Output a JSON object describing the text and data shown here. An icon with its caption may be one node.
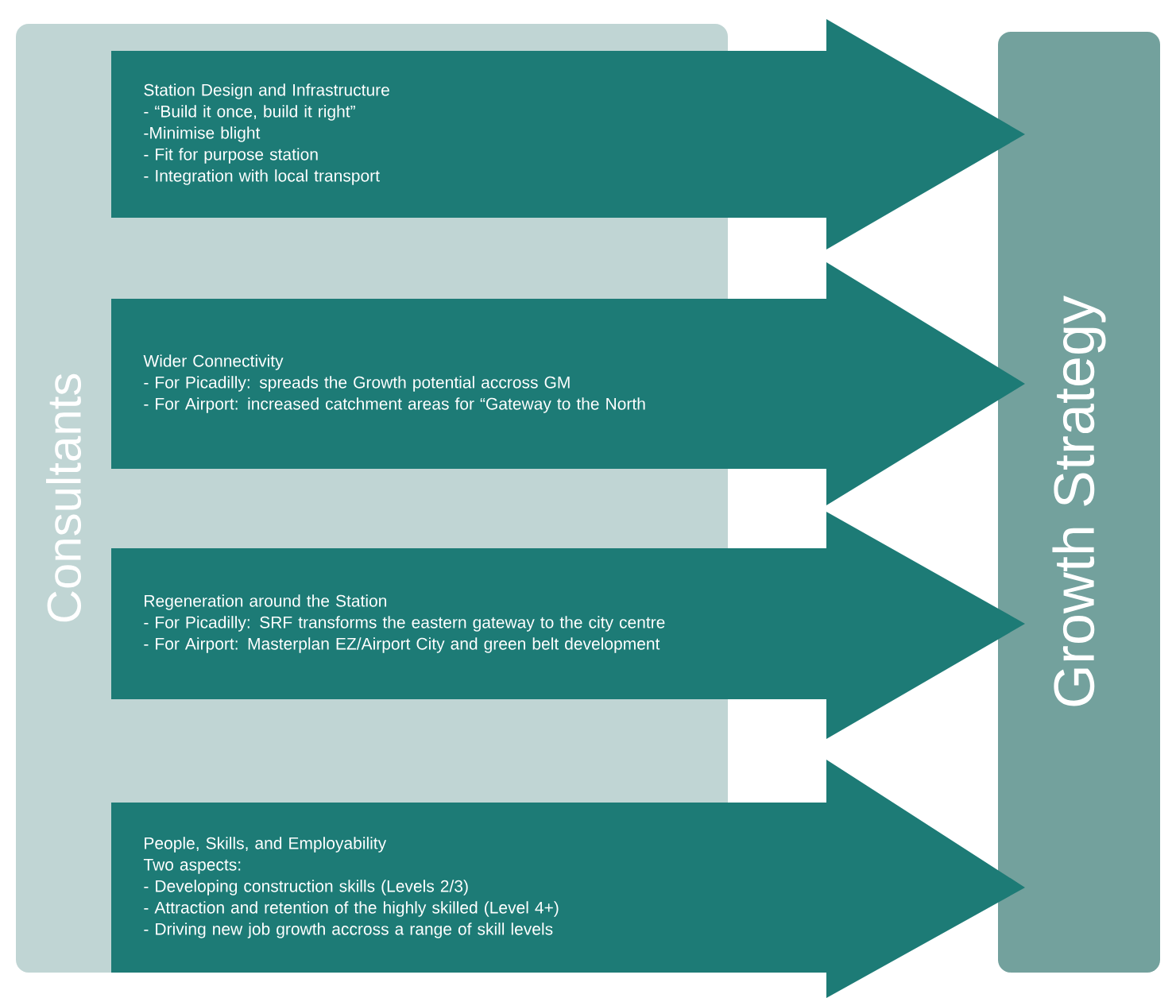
{
  "diagram": {
    "nodes": [
      {
        "text": [
          "Consultants"
        ]
      },
      {
        "text": [
          "Growth Strategy"
        ]
      },
      {
        "text": [
          "Station Design and Infrastructure",
          "- “Build it once, build it right”",
          "-Minimise blight",
          "- Fit for purpose station",
          "- Integration with local transport"
        ]
      },
      {
        "text": [
          "Wider Connectivity",
          "- For Picadilly: spreads the Growth potential accross GM",
          "- For Airport: increased catchment areas for “Gateway to the North"
        ]
      },
      {
        "text": [
          "Regeneration around the Station",
          "- For Picadilly: SRF transforms the eastern gateway to the city centre",
          "- For Airport: Masterplan EZ/Airport City and green belt development"
        ]
      },
      {
        "text": [
          "People, Skills, and Employability",
          "Two aspects:",
          "- Developing construction skills (Levels 2/3)",
          "- Attraction and retention of the highly skilled (Level 4+)",
          "- Driving new job growth accross a range of skill levels"
        ]
      }
    ]
  }
}
